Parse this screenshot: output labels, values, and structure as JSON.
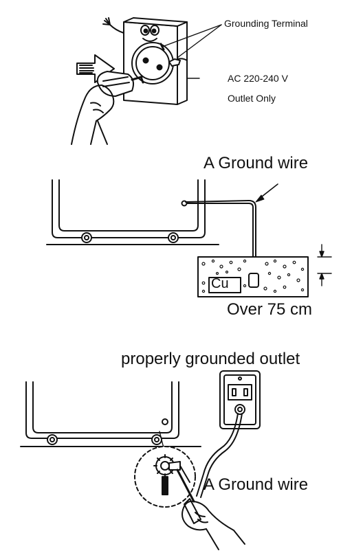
{
  "panel1": {
    "grounding_terminal": "Grounding Terminal",
    "voltage": "AC 220-240 V",
    "outlet_only": "Outlet Only"
  },
  "panel2": {
    "ground_wire": "A Ground wire",
    "material": "Cu",
    "depth": "Over 75 cm"
  },
  "panel3": {
    "outlet_label": "properly grounded outlet",
    "ground_wire": "A Ground wire"
  }
}
